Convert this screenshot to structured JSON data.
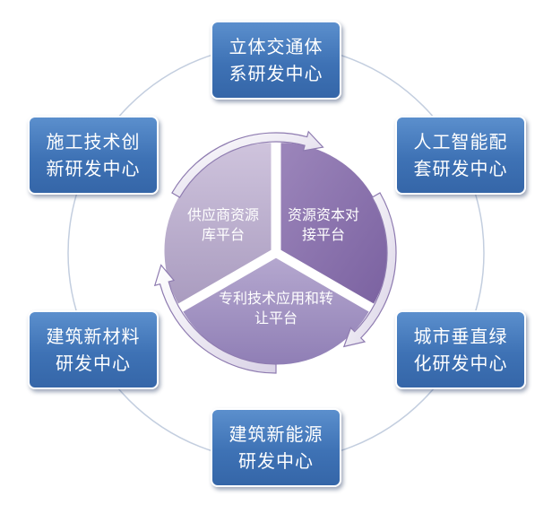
{
  "diagram": {
    "outer_ring_color": "#c3cedf",
    "box_color": "#4a7ec0",
    "segment_colors": {
      "top_left": "#b8abcb",
      "top_right": "#8a71ad",
      "bottom": "#a596c3"
    },
    "inner_segments": [
      {
        "id": "supplier",
        "label": "供应商资源库平台"
      },
      {
        "id": "capital",
        "label": "资源资本对接平台"
      },
      {
        "id": "patent",
        "label": "专利技术应用和转让平台"
      }
    ],
    "boxes": [
      {
        "id": "transport",
        "label": "立体交通体系研发中心"
      },
      {
        "id": "ai",
        "label": "人工智能配套研发中心"
      },
      {
        "id": "vertical",
        "label": "城市垂直绿化研发中心"
      },
      {
        "id": "energy",
        "label": "建筑新能源研发中心"
      },
      {
        "id": "materials",
        "label": "建筑新材料研发中心"
      },
      {
        "id": "construction",
        "label": "施工技术创新研发中心"
      }
    ]
  }
}
